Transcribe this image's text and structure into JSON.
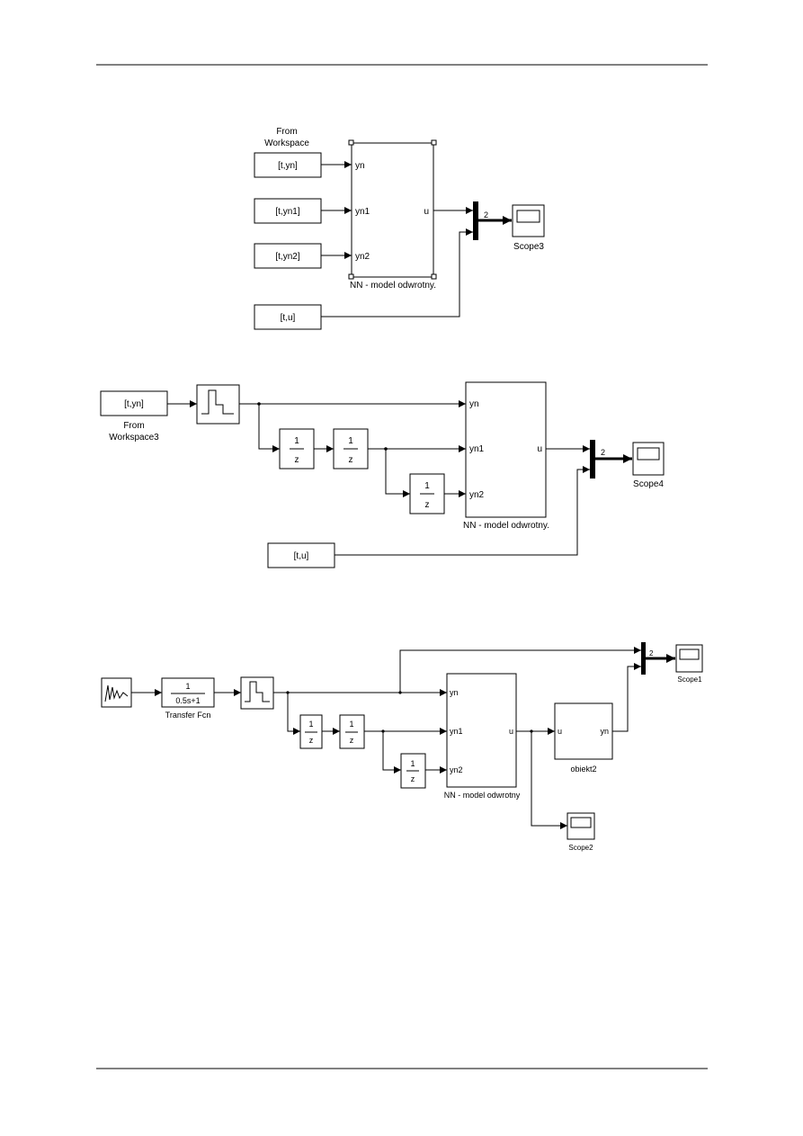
{
  "diagram1": {
    "from_workspace_title_1": "From",
    "from_workspace_title_2": "Workspace",
    "fw_t_yn": "[t,yn]",
    "fw_t_yn1": "[t,yn1]",
    "fw_t_yn2": "[t,yn2]",
    "fw_t_u": "[t,u]",
    "nn_port_yn": "yn",
    "nn_port_yn1": "yn1",
    "nn_port_yn2": "yn2",
    "nn_port_u": "u",
    "nn_label": "NN - model odwrotny.",
    "mux_width": "2",
    "scope_label": "Scope3"
  },
  "diagram2": {
    "fw_t_yn": "[t,yn]",
    "fw_title_1": "From",
    "fw_title_2": "Workspace3",
    "fw_t_u": "[t,u]",
    "delay_num": "1",
    "delay_den": "z",
    "nn_port_yn": "yn",
    "nn_port_yn1": "yn1",
    "nn_port_yn2": "yn2",
    "nn_port_u": "u",
    "nn_label": "NN - model odwrotny.",
    "mux_width": "2",
    "scope_label": "Scope4"
  },
  "diagram3": {
    "tf_num": "1",
    "tf_den": "0.5s+1",
    "tf_label": "Transfer Fcn",
    "delay_num": "1",
    "delay_den": "z",
    "nn_port_yn": "yn",
    "nn_port_yn1": "yn1",
    "nn_port_yn2": "yn2",
    "nn_port_u": "u",
    "nn_label": "NN - model odwrotny",
    "obj_port_u": "u",
    "obj_port_yn": "yn",
    "obj_label": "obiekt2",
    "mux_width": "2",
    "scope1_label": "Scope1",
    "scope2_label": "Scope2"
  }
}
